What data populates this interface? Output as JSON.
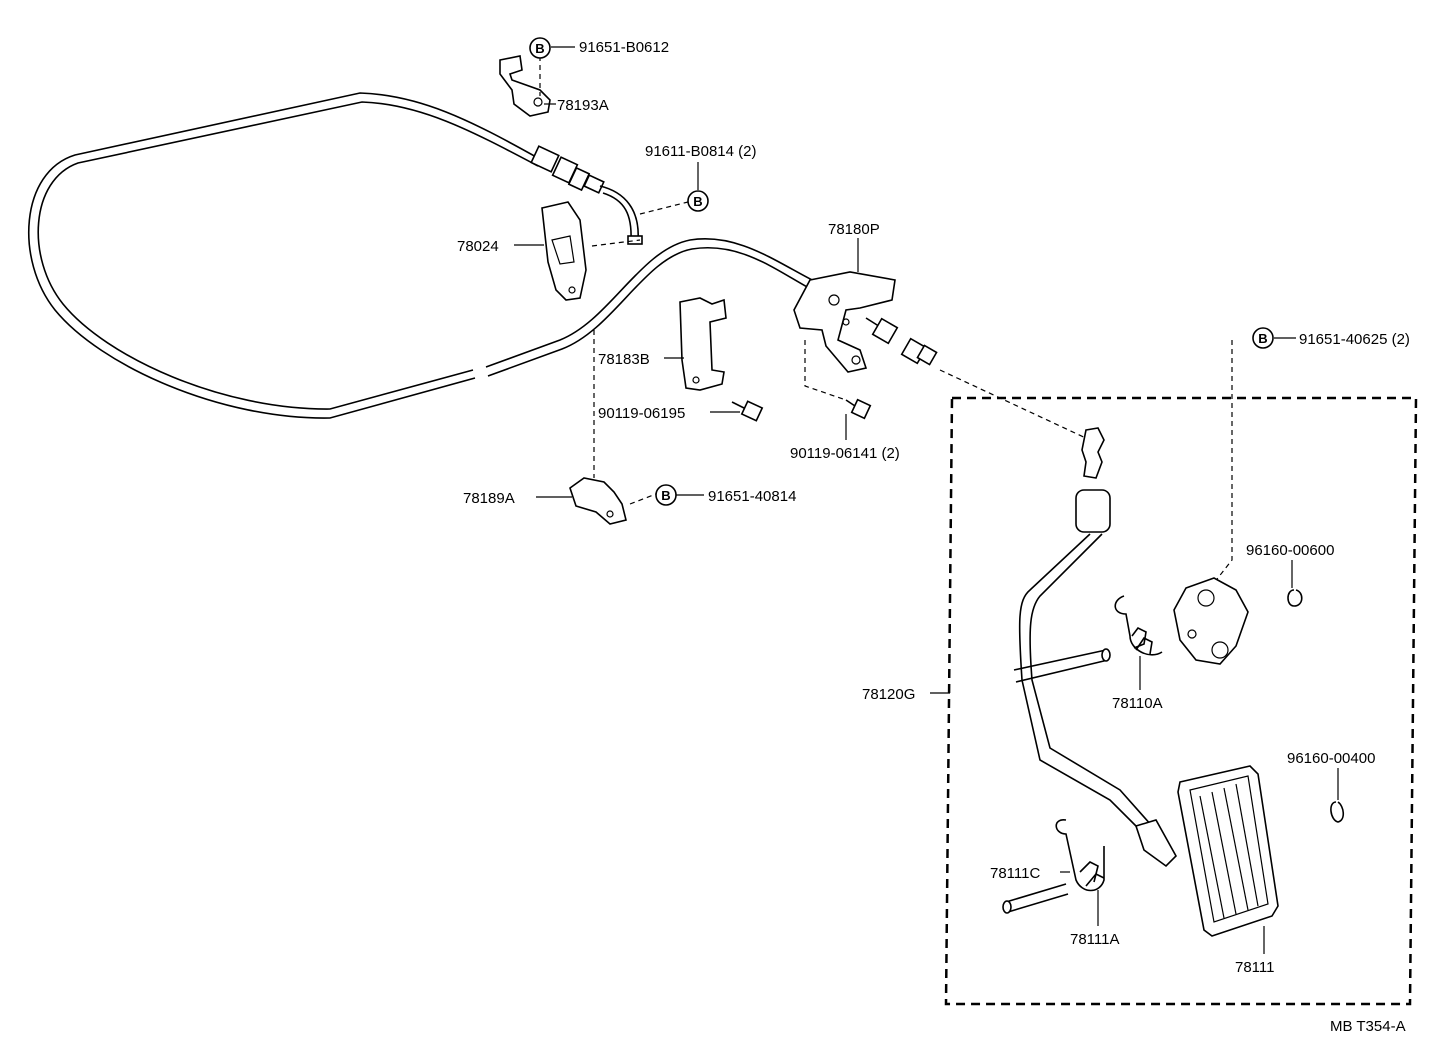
{
  "diagram": {
    "code": "MB T354-A",
    "bolt_marker": "B",
    "labels": {
      "p91651_B0612": "91651-B0612",
      "p78193A": "78193A",
      "p91611_B0814": "91611-B0814 (2)",
      "p78024": "78024",
      "p78180P": "78180P",
      "p78183B": "78183B",
      "p90119_06195": "90119-06195",
      "p90119_06141": "90119-06141 (2)",
      "p78189A": "78189A",
      "p91651_40814": "91651-40814",
      "p91651_40625": "91651-40625 (2)",
      "p96160_00600": "96160-00600",
      "p78120G": "78120G",
      "p78110A": "78110A",
      "p96160_00400": "96160-00400",
      "p78111C": "78111C",
      "p78111A": "78111A",
      "p78111": "78111"
    }
  }
}
